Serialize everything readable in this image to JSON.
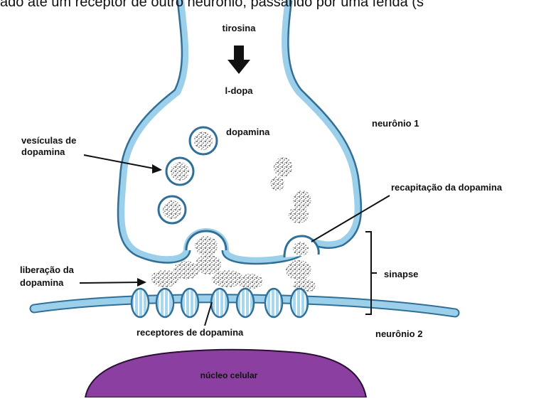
{
  "caption": "ado até um receptor de outro neurônio, passando por uma fenda (s",
  "labels": {
    "tirosina": "tirosina",
    "ldopa": "l-dopa",
    "neuronio1": "neurônio 1",
    "dopamina": "dopamina",
    "vesiculas_line1": "vesículas de",
    "vesiculas_line2": "dopamina",
    "recaptacao": "recapitação da dopamina",
    "liberacao_line1": "liberação da",
    "liberacao_line2": "dopamina",
    "sinapse": "sinapse",
    "receptores": "receptores de dopamina",
    "neuronio2": "neurônio 2",
    "nucleo": "núcleo celular"
  },
  "colors": {
    "membrane": "#9ccfe9",
    "membrane_outline": "#2f6f98",
    "receptor": "#a8d8ee",
    "nucleus": "#8b3fa0",
    "arrow": "#111111"
  }
}
